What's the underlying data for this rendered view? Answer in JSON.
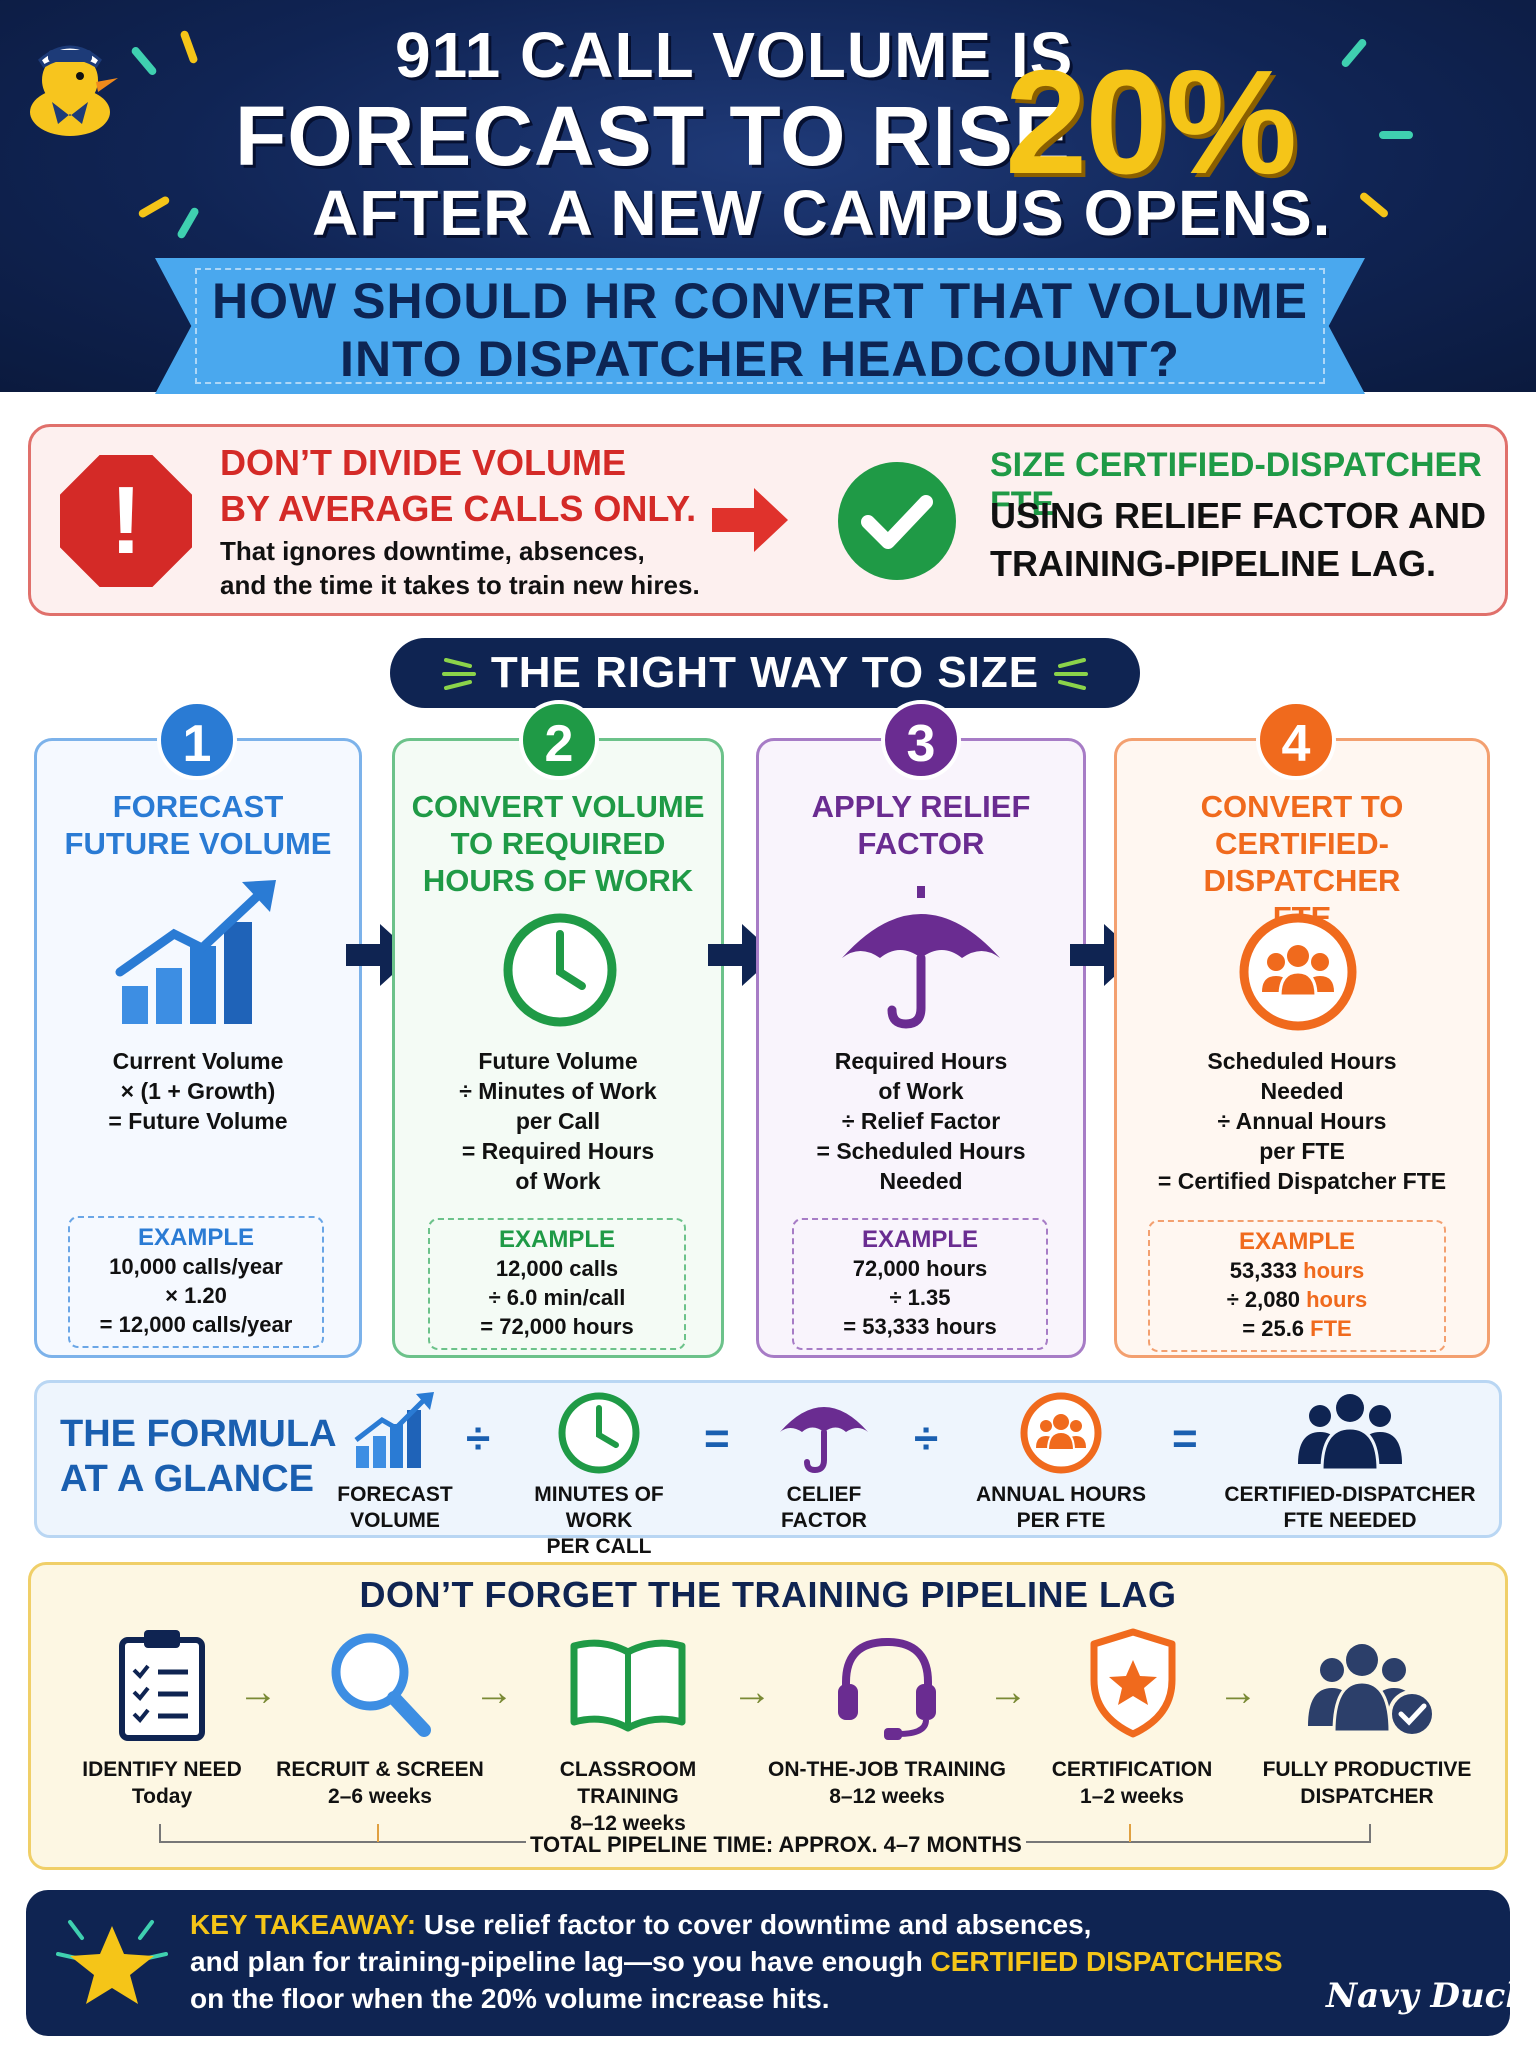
{
  "header": {
    "title_line1": "911 CALL VOLUME IS",
    "title_line2": "FORECAST TO RISE",
    "title_pct": "20%",
    "title_line3": "AFTER A NEW CAMPUS OPENS.",
    "question_line1": "HOW SHOULD HR CONVERT THAT VOLUME",
    "question_line2": "INTO DISPATCHER HEADCOUNT?"
  },
  "warning": {
    "wrong_head_line1": "DON’T DIVIDE VOLUME",
    "wrong_head_line2": "BY AVERAGE CALLS ONLY.",
    "wrong_body_line1": "That ignores downtime, absences,",
    "wrong_body_line2": "and the time it takes to train new hires.",
    "stop_mark": "!",
    "right_head": "SIZE CERTIFIED-DISPATCHER FTE",
    "right_body_line1": "USING RELIEF FACTOR AND",
    "right_body_line2": "TRAINING-PIPELINE LAG."
  },
  "section_title": "THE RIGHT WAY TO SIZE",
  "steps": [
    {
      "num": "1",
      "color": "#2a7bd4",
      "title": [
        "FORECAST",
        "FUTURE VOLUME"
      ],
      "formula": [
        "Current Volume",
        "× (1 + Growth)",
        "= Future Volume"
      ],
      "example_label": "EXAMPLE",
      "example": [
        "10,000 calls/year",
        "× 1.20",
        "= 12,000 calls/year"
      ]
    },
    {
      "num": "2",
      "color": "#1f9a46",
      "title": [
        "CONVERT VOLUME",
        "TO REQUIRED",
        "HOURS OF WORK"
      ],
      "formula": [
        "Future Volume",
        "÷ Minutes of Work",
        "per Call",
        "= Required Hours",
        "of Work"
      ],
      "example_label": "EXAMPLE",
      "example": [
        "12,000 calls",
        "÷ 6.0 min/call",
        "= 72,000 hours"
      ]
    },
    {
      "num": "3",
      "color": "#6a2c91",
      "title": [
        "APPLY RELIEF",
        "FACTOR"
      ],
      "formula": [
        "Required Hours",
        "of Work",
        "÷ Relief Factor",
        "= Scheduled Hours",
        "Needed"
      ],
      "example_label": "EXAMPLE",
      "example": [
        "72,000 hours",
        "÷ 1.35",
        "= 53,333 hours"
      ]
    },
    {
      "num": "4",
      "color": "#f06a1d",
      "title": [
        "CONVERT TO",
        "CERTIFIED-DISPATCHER",
        "FTE"
      ],
      "formula": [
        "Scheduled Hours",
        "Needed",
        "÷ Annual Hours",
        "per FTE",
        "= Certified Dispatcher FTE"
      ],
      "example_label": "EXAMPLE",
      "example_rows": [
        {
          "num": "53,333",
          "unit": " hours"
        },
        {
          "num": "÷ 2,080",
          "unit": " hours"
        },
        {
          "num": "= 25.6",
          "unit": " FTE"
        }
      ]
    }
  ],
  "formula_glance": {
    "title_line1": "THE FORMULA",
    "title_line2": "AT A GLANCE",
    "items": [
      {
        "l1": "FORECAST",
        "l2": "VOLUME"
      },
      {
        "l1": "MINUTES OF WORK",
        "l2": "PER CALL"
      },
      {
        "l1": "CELIEF",
        "l2": "FACTOR"
      },
      {
        "l1": "ANNUAL HOURS",
        "l2": "PER FTE"
      },
      {
        "l1": "CERTIFIED-DISPATCHER",
        "l2": "FTE NEEDED"
      }
    ],
    "ops": [
      "÷",
      "=",
      "÷",
      "="
    ]
  },
  "pipeline": {
    "title": "DON’T FORGET THE TRAINING PIPELINE LAG",
    "stages": [
      {
        "l1": "IDENTIFY NEED",
        "l2": "Today",
        "icon": "clipboard-icon"
      },
      {
        "l1": "RECRUIT & SCREEN",
        "l2": "2–6 weeks",
        "icon": "magnifier-icon"
      },
      {
        "l1": "CLASSROOM TRAINING",
        "l2": "8–12 weeks",
        "icon": "book-icon"
      },
      {
        "l1": "ON-THE-JOB TRAINING",
        "l2": "8–12 weeks",
        "icon": "headset-icon"
      },
      {
        "l1": "CERTIFICATION",
        "l2": "1–2 weeks",
        "icon": "badge-icon"
      },
      {
        "l1": "FULLY PRODUCTIVE",
        "l2": "DISPATCHER",
        "icon": "team-check-icon"
      }
    ],
    "arrow": "→",
    "total": "TOTAL PIPELINE TIME: APPROX. 4–7 MONTHS"
  },
  "takeaway": {
    "label": "KEY TAKEAWAY:",
    "line1_rest": " Use relief factor to cover downtime and absences,",
    "line2_a": "and plan for training-pipeline lag—so you have enough ",
    "line2_b": "CERTIFIED DISPATCHERS",
    "line3": "on the floor when the 20% volume increase hits.",
    "signature": "Navy Duck"
  },
  "colors": {
    "navy": "#0f2452",
    "blue": "#2a7bd4",
    "green": "#1f9a46",
    "purple": "#6a2c91",
    "orange": "#f06a1d",
    "red": "#d42a27",
    "yellow": "#f5c518"
  }
}
